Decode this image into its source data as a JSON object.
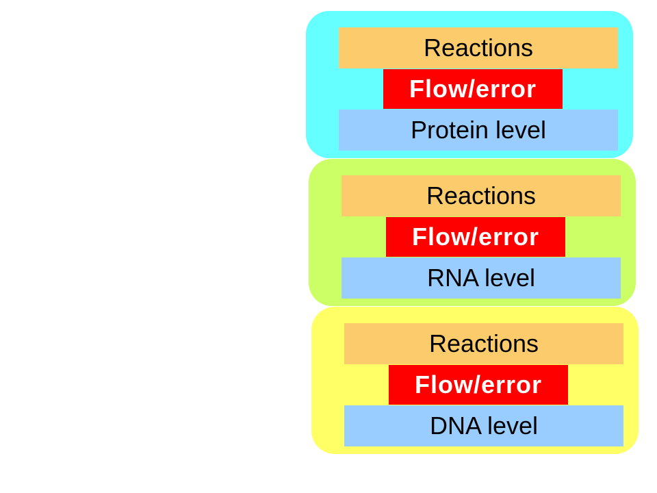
{
  "colors": {
    "reactions": "#fccb6b",
    "flow": "#ff0000",
    "level": "#99ccff"
  },
  "layers": [
    {
      "reactions_label": "Reactions",
      "flow_label": "Flow/error",
      "level_label": "Protein level",
      "background": "#66ffff"
    },
    {
      "reactions_label": "Reactions",
      "flow_label": "Flow/error",
      "level_label": "RNA level",
      "background": "#ccff66"
    },
    {
      "reactions_label": "Reactions",
      "flow_label": "Flow/error",
      "level_label": "DNA level",
      "background": "#ffff66"
    }
  ]
}
